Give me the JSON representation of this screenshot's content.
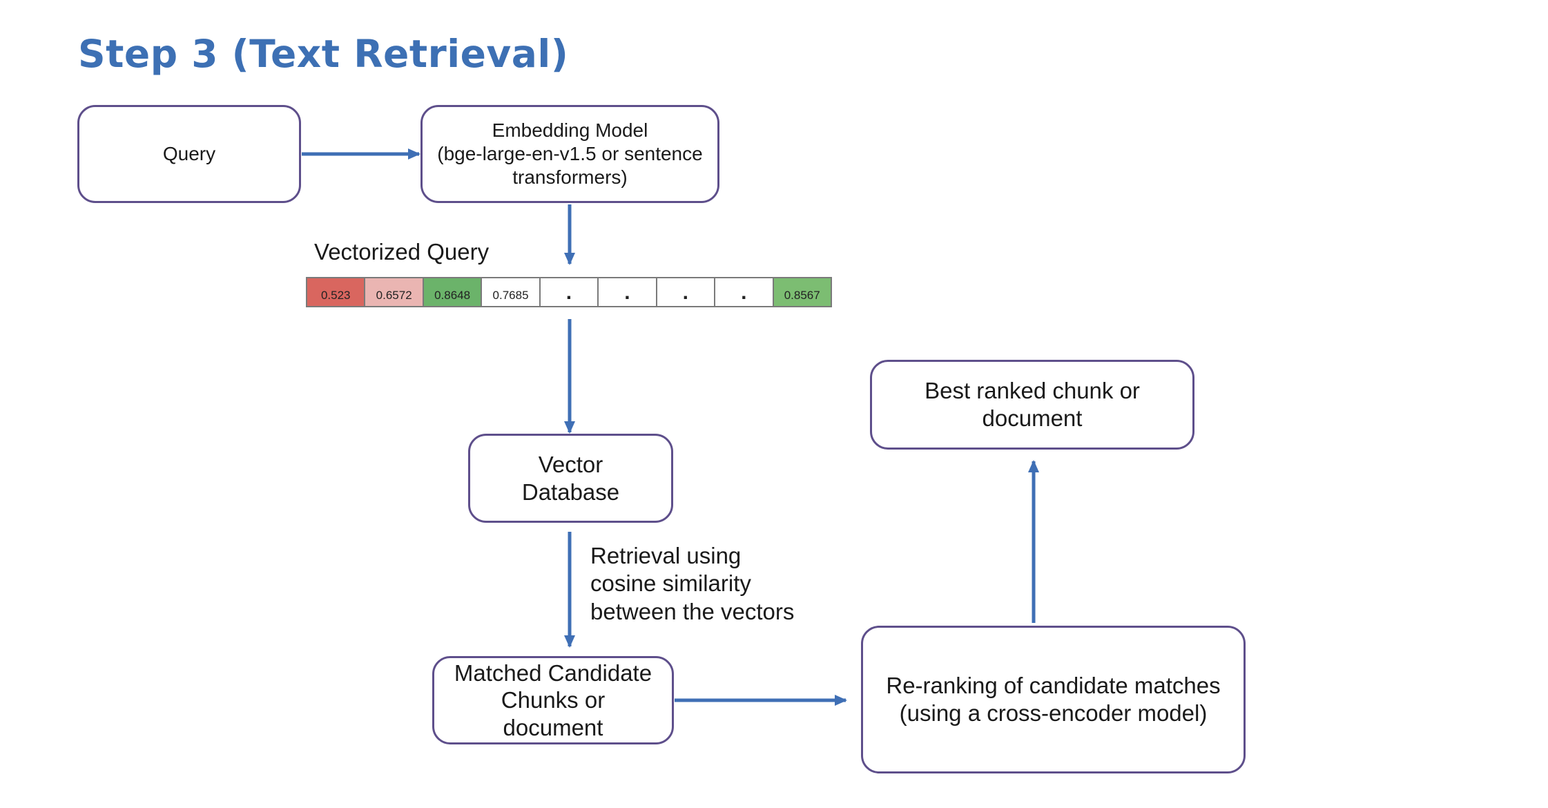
{
  "title": "Step 3 (Text Retrieval)",
  "nodes": {
    "query": {
      "label": "Query"
    },
    "embedding": {
      "lines": [
        "Embedding Model",
        "(bge-large-en-v1.5 or sentence",
        "transformers)"
      ]
    },
    "vector_db": {
      "lines": [
        "Vector",
        "Database"
      ]
    },
    "candidates": {
      "lines": [
        "Matched Candidate",
        "Chunks or",
        "document"
      ]
    },
    "reranking": {
      "lines": [
        "Re-ranking of candidate matches",
        "(using a cross-encoder model)"
      ]
    },
    "best": {
      "lines": [
        "Best ranked chunk or",
        "document"
      ]
    }
  },
  "vectorized_query": {
    "label": "Vectorized Query",
    "cells": [
      {
        "text": "0.523",
        "color": "#d9665f"
      },
      {
        "text": "0.6572",
        "color": "#eab5b2"
      },
      {
        "text": "0.8648",
        "color": "#6bb36a"
      },
      {
        "text": "0.7685",
        "color": "#ffffff"
      },
      {
        "text": ".",
        "color": "#ffffff"
      },
      {
        "text": ".",
        "color": "#ffffff"
      },
      {
        "text": ".",
        "color": "#ffffff"
      },
      {
        "text": ".",
        "color": "#ffffff"
      },
      {
        "text": "0.8567",
        "color": "#7cbd72"
      }
    ]
  },
  "retrieval_note": {
    "lines": [
      "Retrieval using",
      "cosine similarity",
      "between the vectors"
    ]
  },
  "colors": {
    "title": "#3d70b4",
    "box_border": "#5e4f8b",
    "arrow": "#3f6fb5"
  }
}
